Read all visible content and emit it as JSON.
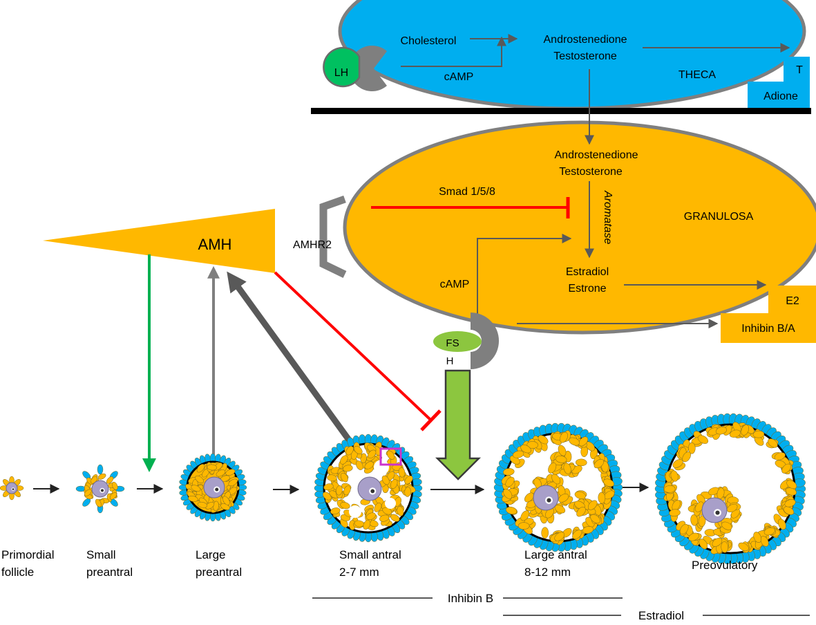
{
  "theca": {
    "label": "THECA",
    "cholesterol": "Cholesterol",
    "androstenedione": "Androstenedione",
    "testosterone": "Testosterone",
    "camp": "cAMP",
    "lh": "LH",
    "out_t": "T",
    "out_adione": "Adione"
  },
  "granulosa": {
    "label": "GRANULOSA",
    "androstenedione": "Androstenedione",
    "testosterone": "Testosterone",
    "smad": "Smad 1/5/8",
    "aromatase": "Aromatase",
    "camp": "cAMP",
    "estradiol": "Estradiol",
    "estrone": "Estrone",
    "out_e2": "E2",
    "out_inhibin": "Inhibin B/A",
    "fsh_top": "FS",
    "fsh_bottom": "H"
  },
  "amh": {
    "label": "AMH",
    "receptor": "AMHR2"
  },
  "stages": [
    {
      "line1": "Primordial",
      "line2": "follicle"
    },
    {
      "line1": "Small",
      "line2": "preantral"
    },
    {
      "line1": "Large",
      "line2": "preantral"
    },
    {
      "line1": "Small antral",
      "line2": "2-7 mm"
    },
    {
      "line1": "Large antral",
      "line2": "8-12 mm"
    },
    {
      "line1": "Preovulatory",
      "line2": ""
    }
  ],
  "timelines": {
    "inhibin_b": "Inhibin B",
    "estradiol": "Estradiol"
  },
  "colors": {
    "theca": "#00aeef",
    "granulosa": "#ffb800",
    "gray": "#808080",
    "dark_gray": "#595959",
    "inhibit_red": "#ff0000",
    "green": "#00b050",
    "light_green": "#8cc63f",
    "oocyte": "#a89fc9",
    "magenta": "#cc33cc"
  }
}
